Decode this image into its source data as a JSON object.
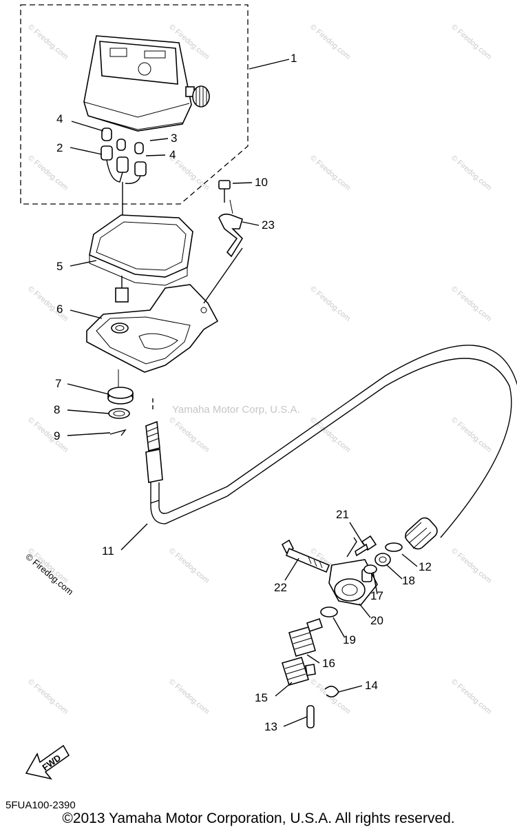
{
  "diagram": {
    "callouts": [
      "1",
      "2",
      "3",
      "4",
      "4",
      "5",
      "6",
      "7",
      "8",
      "9",
      "10",
      "11",
      "12",
      "13",
      "14",
      "15",
      "16",
      "17",
      "18",
      "19",
      "20",
      "21",
      "22",
      "23"
    ],
    "watermark_tile": "© Firedog.com",
    "center_watermark": "Yamaha Motor Corp, U.S.A.",
    "side_watermark": "© Firedog.com",
    "fwd_label": "FWD",
    "diagram_code": "5FUA100-2390",
    "copyright": "©2013 Yamaha Motor Corporation, U.S.A. All rights reserved."
  }
}
